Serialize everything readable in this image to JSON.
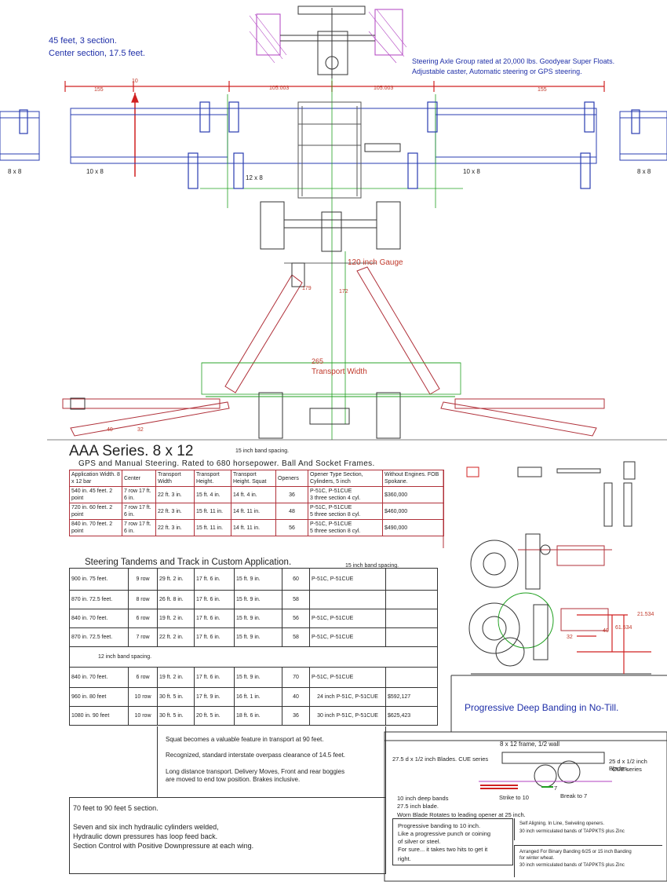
{
  "header": {
    "spec_line1": "45 feet, 3 section.",
    "spec_line2": "Center section, 17.5 feet.",
    "axle_line1": "Steering Axle Group rated at 20,000 lbs. Goodyear Super Floats.",
    "axle_line2": "Adjustable caster, Automatic steering or GPS steering."
  },
  "dimensions": {
    "d155_left": "155",
    "d10": "10",
    "d105_left": "105.003",
    "d105_right": "105.003",
    "d155_right": "155",
    "frame_8x8_left": "8 x 8",
    "frame_10x8_left": "10 x 8",
    "frame_12x8": "12 x 8",
    "frame_10x8_right": "10 x 8",
    "frame_8x8_right": "8 x 8",
    "gauge": "120 inch Gauge",
    "d179": "179",
    "d172": "172",
    "transport_265": "265",
    "transport_label": "Transport Width",
    "d40": "40",
    "d32": "32"
  },
  "title": {
    "main": "AAA Series. 8 x 12",
    "band_note": "15 inch band spacing.",
    "subtitle": "GPS and Manual Steering. Rated to 680 horsepower. Ball And Socket Frames."
  },
  "table1": {
    "headers": [
      "Application Width. 8 x 12 bar",
      "Center",
      "Transport Width",
      "Transport Height.",
      "Transport Height. Squat",
      "Openers",
      "Opener Type Section, Cylinders, 5 inch",
      "Without Engines. FOB Spokane."
    ],
    "rows": [
      [
        "540 in. 45 feet. 2 point",
        "7 row 17 ft. 6 in.",
        "22 ft. 3 in.",
        "15 ft. 4 in.",
        "14 ft. 4 in.",
        "36",
        "P-51C, P-51CUE",
        "3 three section 4 cyl.",
        "$360,000"
      ],
      [
        "720 in. 60 feet. 2 point",
        "7 row 17 ft. 6 in.",
        "22 ft. 3 in.",
        "15 ft. 11 in.",
        "14 ft. 11 in.",
        "48",
        "P-51C, P-51CUE",
        "5 three section 8 cyl.",
        "$460,000"
      ],
      [
        "840 in. 70 feet. 2 point",
        "7 row 17 ft. 6 in.",
        "22 ft. 3 in.",
        "15 ft. 11 in.",
        "14 ft. 11 in.",
        "56",
        "P-51C, P-51CUE",
        "5 three section 8 cyl.",
        "$490,000"
      ]
    ]
  },
  "section2": {
    "title": "Steering Tandems and Track in Custom Application.",
    "band_note": "15 inch band spacing.",
    "rows": [
      [
        "900 in. 75 feet.",
        "9 row",
        "29 ft. 2 in.",
        "17 ft. 6 in.",
        "15 ft. 9 in.",
        "60",
        "P-51C, P-51CUE",
        ""
      ],
      [
        "870 in. 72.5 feet.",
        "8 row",
        "26 ft. 8 in.",
        "17 ft. 6 in.",
        "15 ft. 9 in.",
        "58",
        "",
        ""
      ],
      [
        "840 in. 70 feet.",
        "6 row",
        "19 ft. 2 in.",
        "17 ft. 6 in.",
        "15 ft. 9 in.",
        "56",
        "P-51C, P-51CUE",
        ""
      ],
      [
        "870 in. 72.5 feet.",
        "7 row",
        "22 ft. 2 in.",
        "17 ft. 6 in.",
        "15 ft. 9 in.",
        "58",
        "P-51C, P-51CUE",
        ""
      ]
    ],
    "band12": "12 inch band spacing.",
    "rows2": [
      [
        "840 in. 70 feet.",
        "6 row",
        "19 ft. 2 in.",
        "17 ft. 6 in.",
        "15 ft. 9 in.",
        "70",
        "P-51C, P-51CUE",
        ""
      ],
      [
        "960 in. 80 feet",
        "10 row",
        "30 ft. 5 in.",
        "17 ft. 9 in.",
        "16 ft. 1 in.",
        "40",
        "24 inch P-51C, P-51CUE",
        "$592,127"
      ],
      [
        "1080 in. 90 feet",
        "10 row",
        "30 ft. 5 in.",
        "20 ft. 5 in.",
        "18 ft. 6 in.",
        "36",
        "30 inch P-51C, P-51CUE",
        "$625,423"
      ]
    ]
  },
  "notes": {
    "squat": "Squat becomes a valuable feature in transport at 90 feet.",
    "overpass": "Recognized, standard interstate overpass clearance of 14.5 feet.",
    "transport1": "Long distance transport. Delivery Moves, Front and rear boggies",
    "transport2": "are moved to end tow position. Brakes inclusive.",
    "sec5": "70 feet to 90 feet 5 section.",
    "cyl1": "Seven and six inch hydraulic cylinders welded,",
    "cyl2": "Hydraulic down pressures has loop feed back.",
    "cyl3": "Section Control with Positive Downpressure at each wing."
  },
  "side_dims": {
    "d21534": "21.534",
    "d61534": "61.534",
    "d40": "40",
    "d32": "32"
  },
  "banding": {
    "title": "Progressive Deep Banding in No-Till.",
    "frame": "8 x 12 frame, 1/2 wall",
    "blade_left": "27.5 d x 1/2 inch Blades. CUE series",
    "blade_right_1": "25 d x 1/2 inch Blades.",
    "blade_right_2": "CUE series",
    "strike": "Strike to 10",
    "break": "Break to 7",
    "n7": "7",
    "deep1": "10 inch deep bands",
    "deep2": "27.5 inch blade.",
    "worn": "Worn Blade Rotates to leading opener at 25 inch.",
    "prog1": "Progressive banding to 10 inch.",
    "prog2": "Like a progressive punch or coining",
    "prog3": "of silver or steel.",
    "prog4": "For sure... it takes two hits to get it",
    "prog5": "right.",
    "self1": "Self Aligning. In Line, Swiveling openers.",
    "self2": "30 inch vermiculated bands of TAPPKTS plus Zinc",
    "bin1": "Arranged For Binary Banding 6/25 or 15 inch Banding",
    "bin2": "for winter wheat.",
    "bin3": "30 inch vermiculated bands of TAPPKTS plus Zinc"
  }
}
